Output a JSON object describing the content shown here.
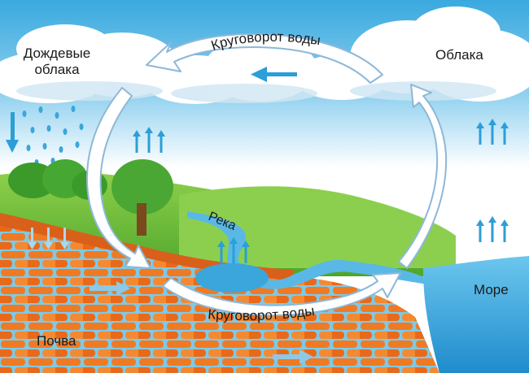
{
  "labels": {
    "rain_clouds": "Дождевые облака",
    "clouds": "Облака",
    "cycle_top": "Круговорот воды",
    "cycle_bottom": "Круговорот воды",
    "river": "Река",
    "sea": "Море",
    "soil": "Почва"
  },
  "colors": {
    "sky": "#4ab3e3",
    "cloud": "#ffffff",
    "grass": "#6cc03a",
    "soil": "#e86a1c",
    "water": "#3aa6dc",
    "arrow_fill": "#ffffff",
    "arrow_stroke": "#8db8d8",
    "blue_arrow": "#2a9fd8"
  }
}
